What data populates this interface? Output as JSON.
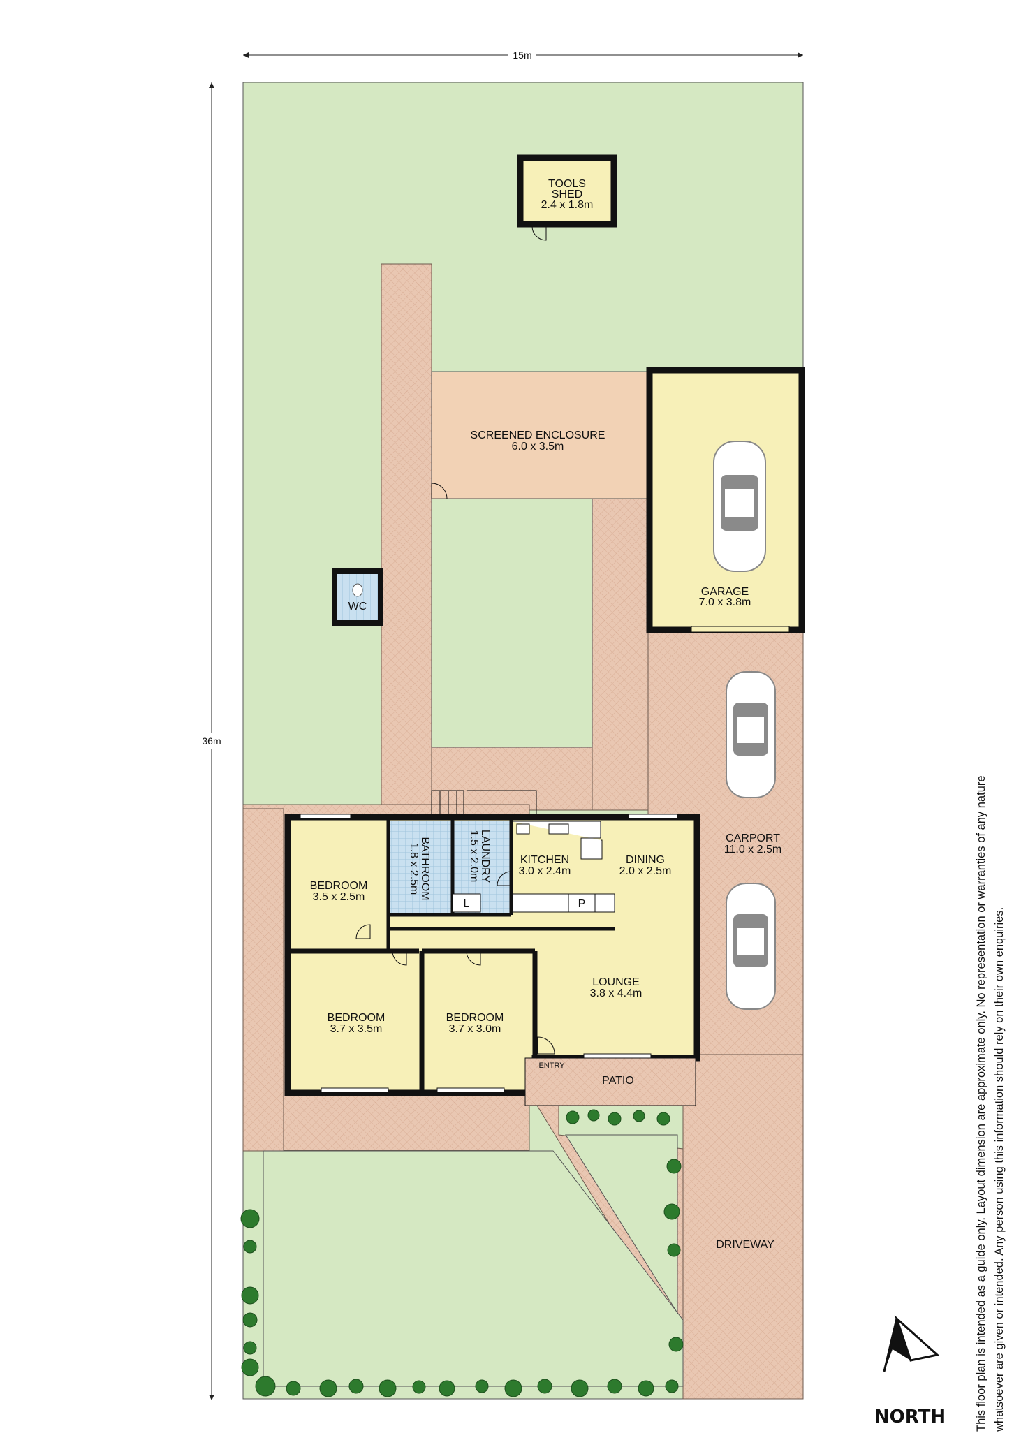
{
  "dimensions": {
    "width": "15m",
    "height": "36m"
  },
  "rooms": {
    "tools_shed": {
      "name": "TOOLS",
      "name2": "SHED",
      "size": "2.4 x 1.8m"
    },
    "screened_enclosure": {
      "name": "SCREENED ENCLOSURE",
      "size": "6.0 x 3.5m"
    },
    "garage": {
      "name": "GARAGE",
      "size": "7.0 x 3.8m"
    },
    "wc": {
      "name": "WC"
    },
    "carport": {
      "name": "CARPORT",
      "size": "11.0 x 2.5m"
    },
    "bathroom": {
      "name": "BATHROOM",
      "size": "1.8 x 2.5m"
    },
    "laundry": {
      "name": "LAUNDRY",
      "size": "1.5 x 2.0m"
    },
    "kitchen": {
      "name": "KITCHEN",
      "size": "3.0 x 2.4m"
    },
    "dining": {
      "name": "DINING",
      "size": "2.0 x 2.5m"
    },
    "bedroom1": {
      "name": "BEDROOM",
      "size": "3.5 x 2.5m"
    },
    "bedroom2": {
      "name": "BEDROOM",
      "size": "3.7 x 3.5m"
    },
    "bedroom3": {
      "name": "BEDROOM",
      "size": "3.7 x 3.0m"
    },
    "lounge": {
      "name": "LOUNGE",
      "size": "3.8 x 4.4m"
    },
    "entry": {
      "name": "ENTRY"
    },
    "patio": {
      "name": "PATIO"
    },
    "driveway": {
      "name": "DRIVEWAY"
    }
  },
  "fixtures": {
    "linen": "L",
    "pantry": "P"
  },
  "compass": {
    "label": "NORTH"
  },
  "disclaimer": {
    "line1": "This floor plan is intended as a guide only. Layout dimension are approximate only. No representation or warranties of any nature",
    "line2": "whatsoever are given or intended. Any person using this information should rely on their own enquiries."
  },
  "colors": {
    "lawn": "#d5e8c2",
    "paving": "#e8c4ad",
    "room": "#f7f0b8",
    "wet_area": "#c8dfef",
    "screened": "#f2d2b5",
    "wall": "#111111",
    "hedge": "#2d7a2d"
  }
}
